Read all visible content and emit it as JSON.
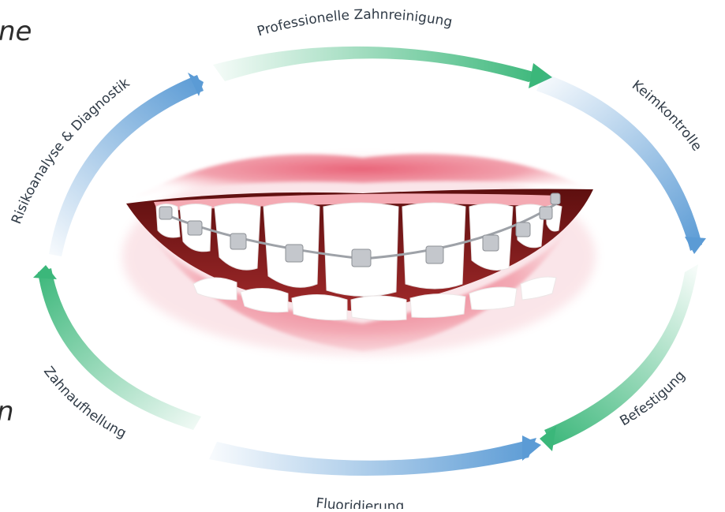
{
  "partial_text_left_top": "ne",
  "partial_text_left_bottom": "n",
  "labels": {
    "professional_cleaning": "Professionelle Zahnreinigung",
    "germ_control": "Keimkontrolle",
    "attachment": "Befestigung",
    "fluoridation": "Fluoridierung",
    "whitening": "Zahnaufhellung",
    "risk_analysis": "Risikoanalyse & Diagnostik"
  },
  "colors": {
    "green": "#3bb77a",
    "blue": "#5b9bd5",
    "lips": "#e86f83",
    "mouth": "#8b1d1d",
    "teeth": "#ffffff",
    "braces": "#b9bcc0"
  },
  "illustration": "smile-with-braces"
}
